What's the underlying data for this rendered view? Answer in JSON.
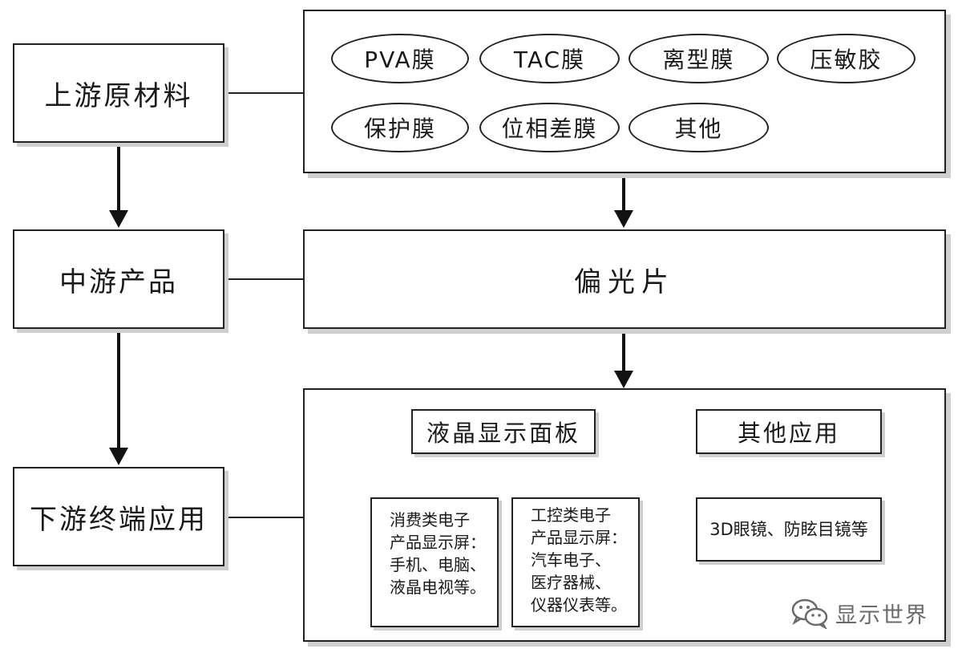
{
  "stages": {
    "upstream": "上游原材料",
    "midstream": "中游产品",
    "downstream": "下游终端应用"
  },
  "materials": [
    "PVA膜",
    "TAC膜",
    "离型膜",
    "压敏胶",
    "保护膜",
    "位相差膜",
    "其他"
  ],
  "midstream_product": "偏光片",
  "downstream": {
    "lcd_panel": "液晶显示面板",
    "other_apps": "其他应用",
    "consumer": [
      "消费类电子",
      "产品显示屏：",
      "手机、电脑、",
      "液晶电视等。"
    ],
    "industrial": [
      "工控类电子",
      "产品显示屏：",
      "汽车电子、",
      "医疗器械、",
      "仪器仪表等。"
    ],
    "other_examples": "3D眼镜、防眩目镜等"
  },
  "watermark": {
    "text": "显示世界",
    "icon": "wechat-icon"
  }
}
